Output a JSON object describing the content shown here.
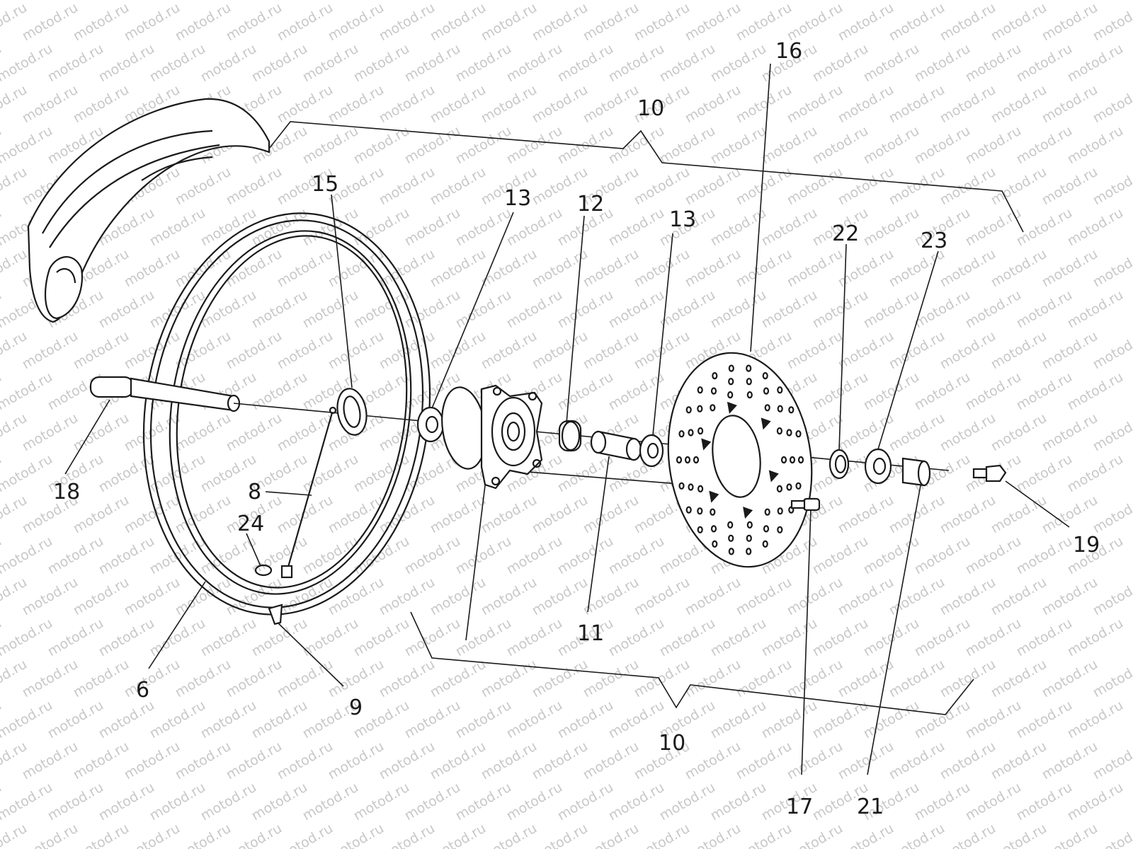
{
  "watermark": "motod.ru",
  "labels": {
    "l6": "6",
    "l8": "8",
    "l9": "9",
    "l10_top": "10",
    "l10_bottom": "10",
    "l11": "11",
    "l12": "12",
    "l13_left": "13",
    "l13_right": "13",
    "l14": "",
    "l15": "15",
    "l16": "16",
    "l17": "17",
    "l18": "18",
    "l19": "19",
    "l21": "21",
    "l22": "22",
    "l23": "23",
    "l24": "24"
  },
  "colors": {
    "ink": "#1a1a1a",
    "watermark": "#c8c8c8",
    "background": "#ffffff"
  }
}
